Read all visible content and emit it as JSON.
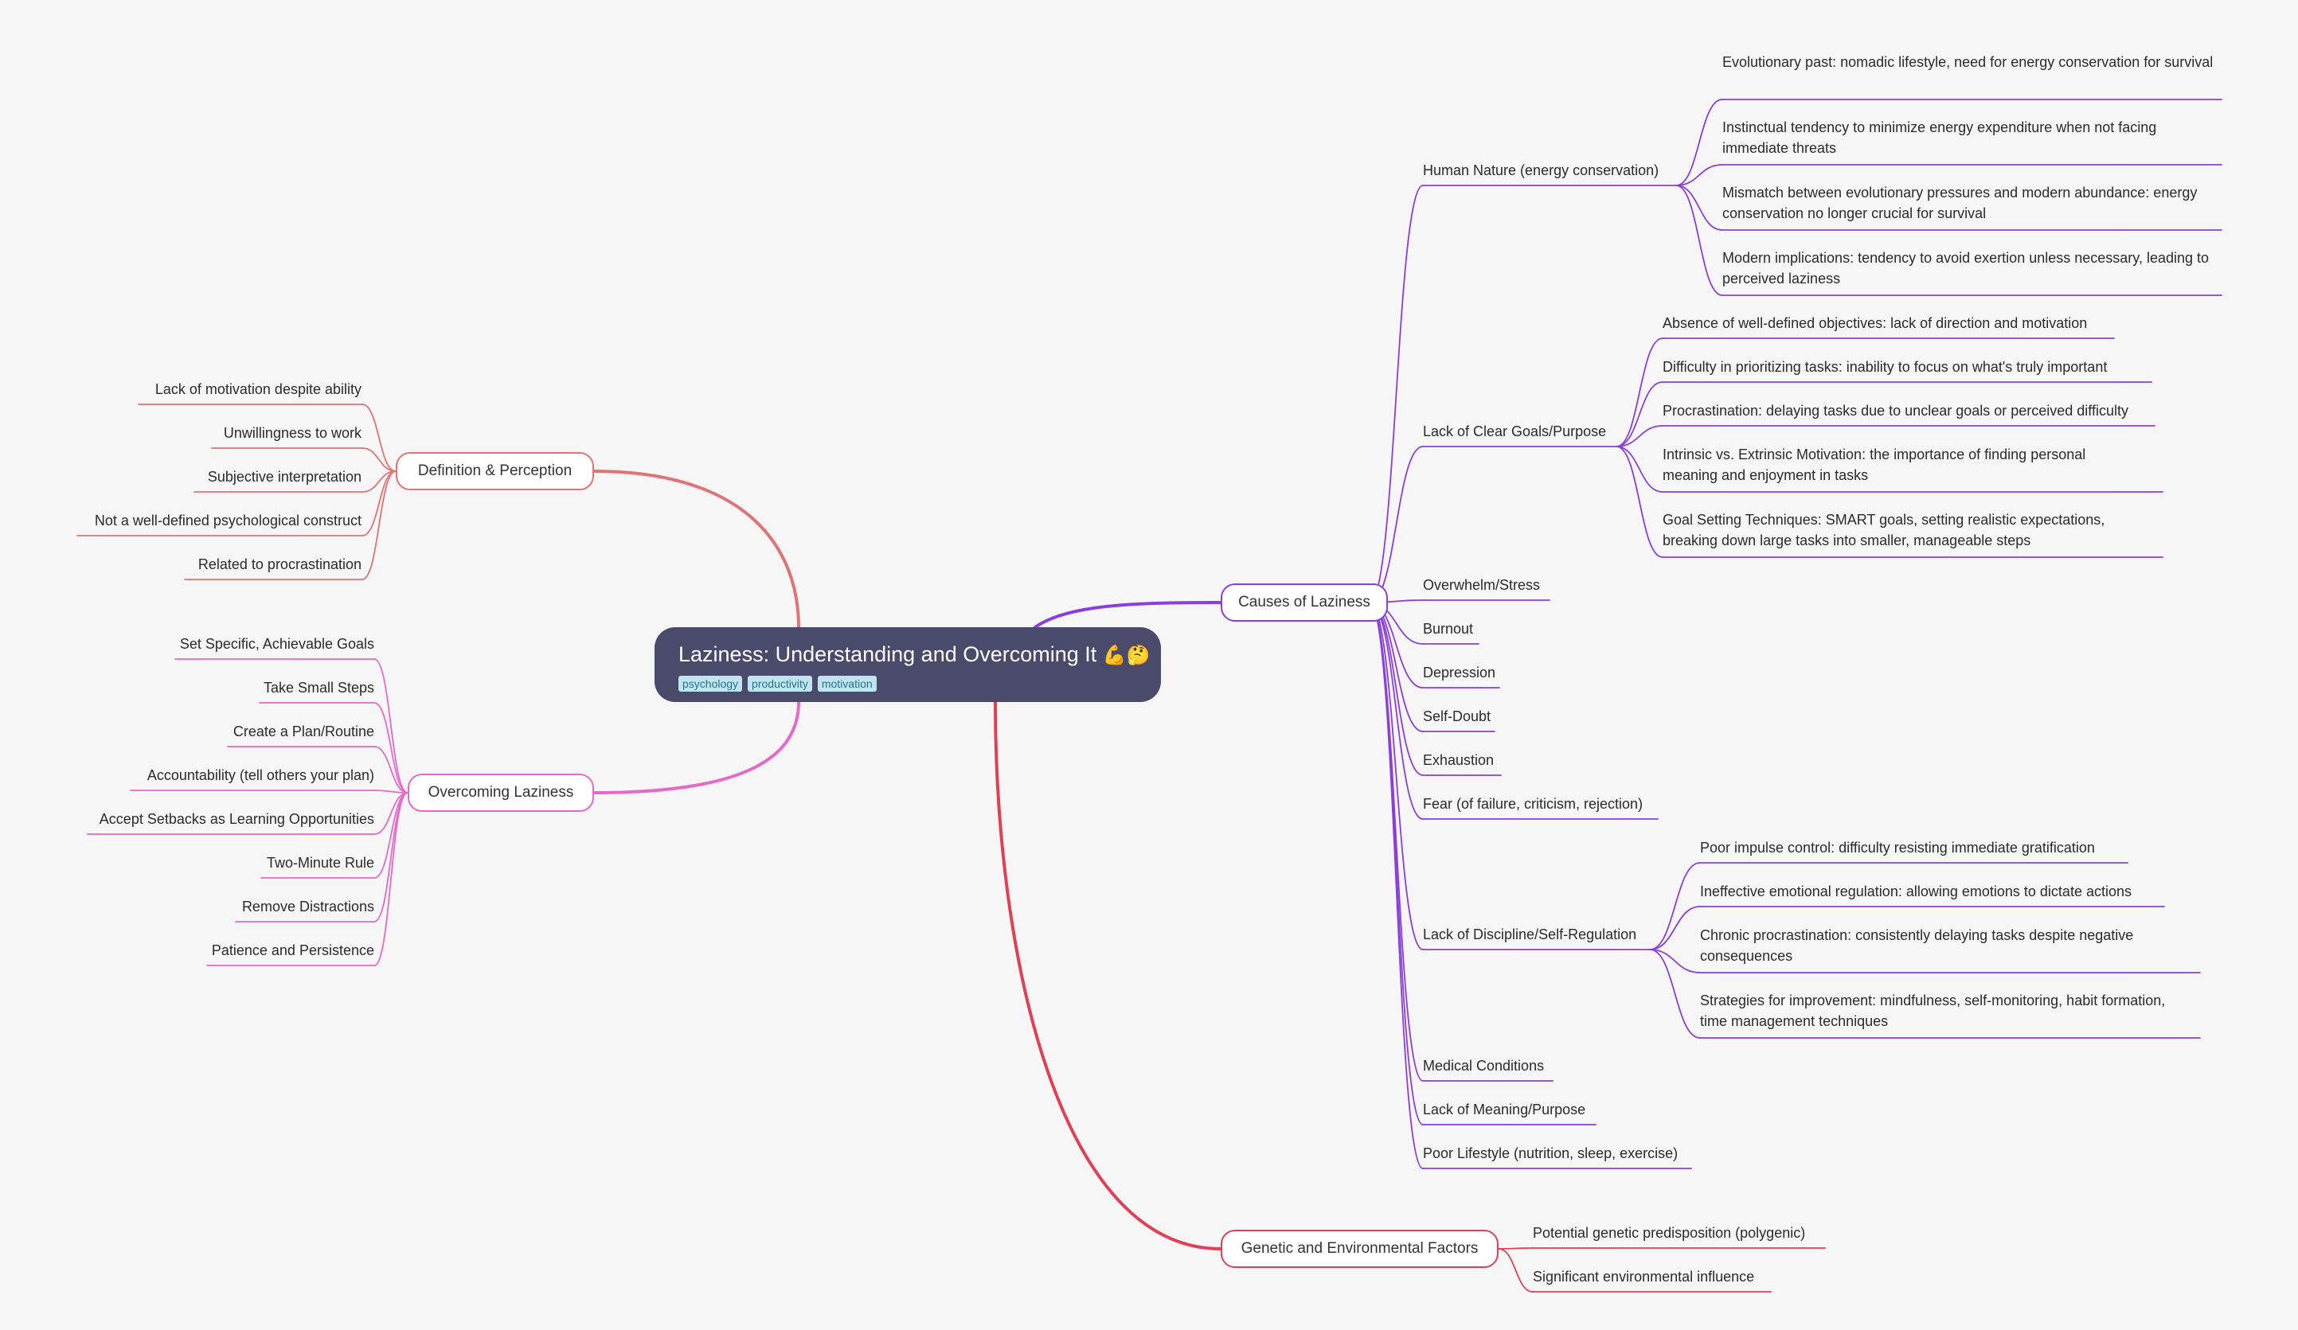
{
  "root": {
    "title": "Laziness: Understanding and Overcoming It",
    "emoji": "💪🤔",
    "tags": [
      "psychology",
      "productivity",
      "motivation"
    ]
  },
  "colors": {
    "background": "#f6f6f6",
    "root_fill": "#4a4a6a",
    "tag_fill": "#bfe6f0",
    "definition": "#e07373",
    "overcoming": "#e46ac9",
    "causes": "#8a3fdc",
    "genetic": "#e04056"
  },
  "branches": {
    "definition": {
      "label": "Definition & Perception",
      "items": [
        "Lack of motivation despite ability",
        "Unwillingness to work",
        "Subjective interpretation",
        "Not a well-defined psychological construct",
        "Related to procrastination"
      ]
    },
    "overcoming": {
      "label": "Overcoming Laziness",
      "items": [
        "Set Specific, Achievable Goals",
        "Take Small Steps",
        "Create a Plan/Routine",
        "Accountability (tell others your plan)",
        "Accept Setbacks as Learning Opportunities",
        "Two-Minute Rule",
        "Remove Distractions",
        "Patience and Persistence"
      ]
    },
    "causes": {
      "label": "Causes of Laziness",
      "items": [
        "Human Nature (energy conservation)",
        "Lack of Clear Goals/Purpose",
        "Overwhelm/Stress",
        "Burnout",
        "Depression",
        "Self-Doubt",
        "Exhaustion",
        "Fear (of failure, criticism, rejection)",
        "Lack of Discipline/Self-Regulation",
        "Medical Conditions",
        "Lack of Meaning/Purpose",
        "Poor Lifestyle (nutrition, sleep, exercise)"
      ],
      "human_nature": [
        "Evolutionary past: nomadic lifestyle, need for energy conservation for survival",
        "Instinctual tendency to minimize energy expenditure when not facing immediate threats",
        "Mismatch between evolutionary pressures and modern abundance: energy conservation no longer crucial for survival",
        "Modern implications: tendency to avoid exertion unless necessary, leading to perceived laziness"
      ],
      "clear_goals": [
        "Absence of well-defined objectives: lack of direction and motivation",
        "Difficulty in prioritizing tasks: inability to focus on what's truly important",
        "Procrastination: delaying tasks due to unclear goals or perceived difficulty",
        "Intrinsic vs. Extrinsic Motivation: the importance of finding personal meaning and enjoyment in tasks",
        "Goal Setting Techniques: SMART goals, setting realistic expectations, breaking down large tasks into smaller, manageable steps"
      ],
      "discipline": [
        "Poor impulse control: difficulty resisting immediate gratification",
        "Ineffective emotional regulation: allowing emotions to dictate actions",
        "Chronic procrastination: consistently delaying tasks despite negative consequences",
        "Strategies for improvement: mindfulness, self-monitoring, habit formation, time management techniques"
      ]
    },
    "genetic": {
      "label": "Genetic and Environmental Factors",
      "items": [
        "Potential genetic predisposition (polygenic)",
        "Significant environmental influence"
      ]
    }
  }
}
